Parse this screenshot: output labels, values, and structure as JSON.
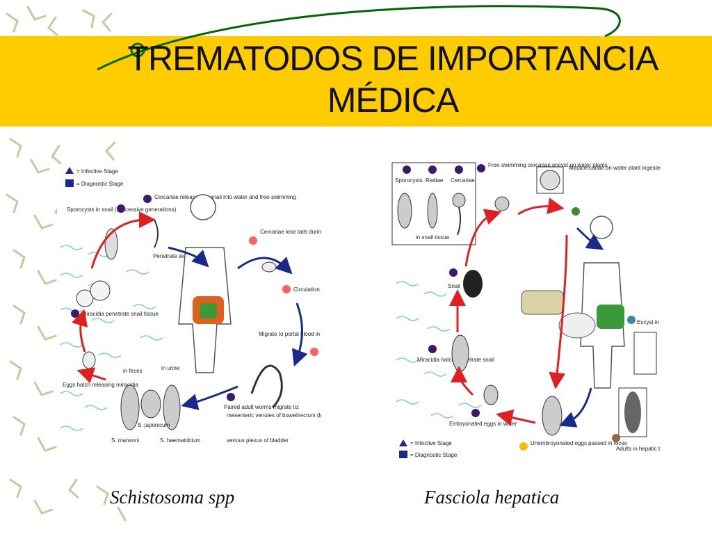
{
  "slide": {
    "title_line1": "TREMATODOS DE IMPORTANCIA",
    "title_line2": "MÉDICA",
    "accent_color": "#ffcc00",
    "swoosh_color": "#006600"
  },
  "left_diagram": {
    "caption": "Schistosoma spp",
    "legend_infective": "= Infective Stage",
    "legend_diagnostic": "= Diagnostic Stage",
    "stage4": "Sporocysts in snail (successive generations)",
    "stage5": "Cercariae released by snail into water and free-swimming",
    "stage6": "Penetrate skin",
    "stage7": "Cercariae lose tails during penetration and become schistosomulae",
    "stage8": "Circulation",
    "stage9": "Migrate to portal blood in liver and mature into adults",
    "stage10": "Paired adult worms migrate to:",
    "stage10a": "mesenteric venules of bowel/rectum (laying eggs that circulate to the liver and shed in stools)",
    "stage10c": "venous plexus of bladder",
    "stage3": "Miracidia penetrate snail tissue",
    "stage2": "Eggs hatch releasing miracidia",
    "in_feces": "in feces",
    "in_urine": "in urine",
    "s_mansoni": "S. mansoni",
    "s_japonicum": "S. japonicum",
    "s_haematobium": "S. haematobium"
  },
  "right_diagram": {
    "caption": "Fasciola hepatica",
    "stage4a": "Sporocysts",
    "stage4b": "Rediae",
    "stage4c": "Cercariae",
    "in_snail_tissue": "in snail tissue",
    "stage5": "Free-swimming cercariae encyst on water plants",
    "stage6": "Metacercariae on water plant ingested by human, sheep, or cattle",
    "snail": "Snail",
    "stage7": "Excyst in duodenum",
    "stage3": "Miracidia hatch, penetrate snail",
    "stage2": "Embryonated eggs in water",
    "stage1": "Unembroyonated eggs passed in feces",
    "stage8": "Adults in hepatic biliary ducts",
    "legend_infective": "= Infective Stage",
    "legend_diagnostic": "= Diagnostic Stage"
  }
}
